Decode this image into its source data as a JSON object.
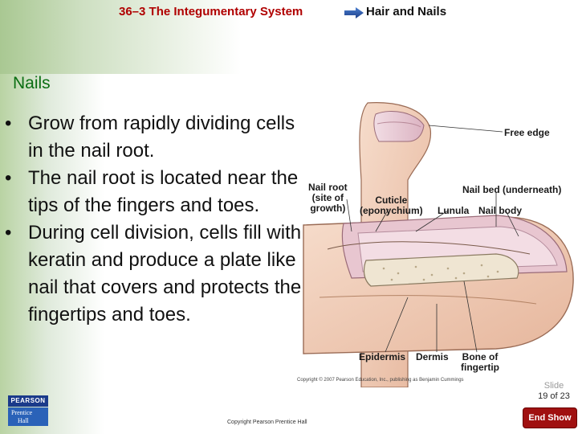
{
  "header": {
    "chapter": "36–3 The Integumentary System",
    "topic": "Hair and Nails"
  },
  "title": "Nails",
  "bullets": [
    {
      "marker": "•",
      "text": "Grow from rapidly dividing cells in the nail root."
    },
    {
      "marker": "•",
      "text": "The nail root is located near the tips of the fingers and toes."
    },
    {
      "marker": "•",
      "text": "During cell division, cells fill with keratin and produce a plate like nail that covers and protects the fingertips and toes."
    }
  ],
  "figure": {
    "labels": {
      "free_edge": "Free edge",
      "nail_root": "Nail root",
      "nail_root_sub1": "(site of",
      "nail_root_sub2": "growth)",
      "cuticle": "Cuticle",
      "cuticle_sub": "(eponychium)",
      "lunula": "Lunula",
      "nail_bed": "Nail bed (underneath)",
      "nail_body": "Nail body",
      "epidermis": "Epidermis",
      "dermis": "Dermis",
      "bone1": "Bone of",
      "bone2": "fingertip"
    },
    "credit": "Copyright © 2007 Pearson Education, Inc., publishing as Benjamin Cummings"
  },
  "slide_number": {
    "line1": "Slide",
    "line2": "19 of 23"
  },
  "logo": {
    "top": "PEARSON",
    "line1": "Prentice",
    "line2": "Hall"
  },
  "copyright": "Copyright Pearson Prentice Hall",
  "end_show": "End Show",
  "colors": {
    "title": "#0a6e12",
    "header_chapter": "#b00000",
    "end_show_bg": "#a01010",
    "skin": "#f0cdb8",
    "nail": "#e7c7d2"
  }
}
